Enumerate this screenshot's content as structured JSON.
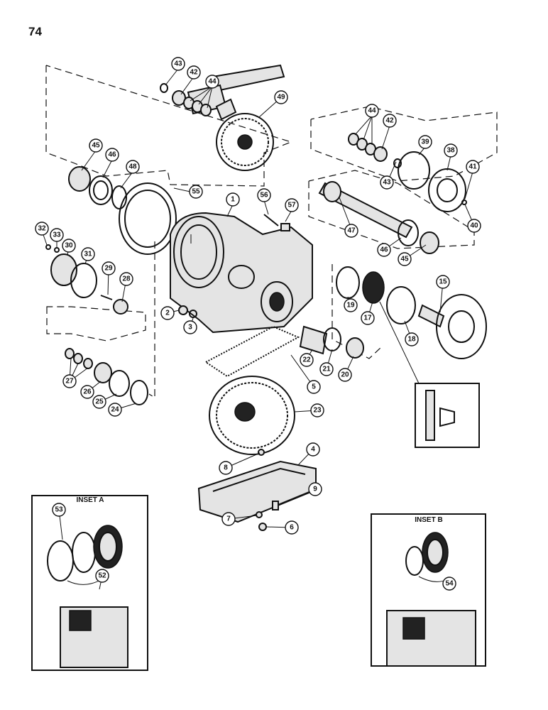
{
  "page": {
    "number": "74"
  },
  "insets": {
    "a": {
      "title": "INSET A"
    },
    "b": {
      "title": "INSET B"
    }
  },
  "callouts": {
    "c1": "1",
    "c2": "2",
    "c3": "3",
    "c4": "4",
    "c5": "5",
    "c6": "6",
    "c7": "7",
    "c8": "8",
    "c9": "9",
    "c15": "15",
    "c17": "17",
    "c18": "18",
    "c19": "19",
    "c20": "20",
    "c21": "21",
    "c22": "22",
    "c23": "23",
    "c24": "24",
    "c25": "25",
    "c26": "26",
    "c27": "27",
    "c28": "28",
    "c29": "29",
    "c30": "30",
    "c31": "31",
    "c32": "32",
    "c33": "33",
    "c38": "38",
    "c39": "39",
    "c40": "40",
    "c41": "41",
    "c42a": "42",
    "c42b": "42",
    "c43a": "43",
    "c43b": "43",
    "c44a": "44",
    "c44b": "44",
    "c45a": "45",
    "c45b": "45",
    "c46a": "46",
    "c46b": "46",
    "c47": "47",
    "c48": "48",
    "c49": "49",
    "c52": "52",
    "c53": "53",
    "c54": "54",
    "c55": "55",
    "c56": "56",
    "c57": "57"
  }
}
